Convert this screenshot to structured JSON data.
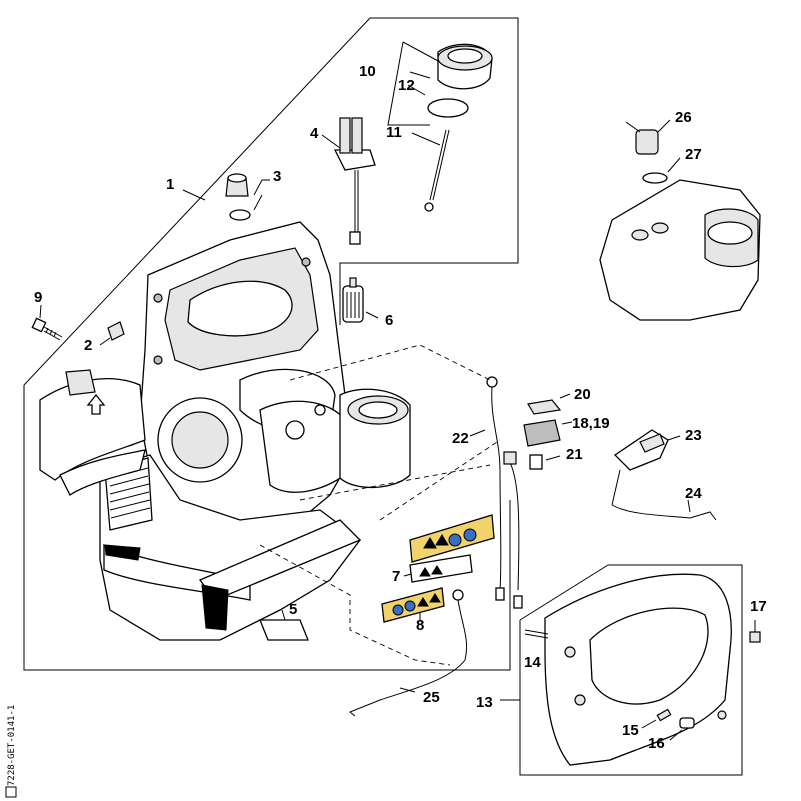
{
  "diagram": {
    "callouts": [
      {
        "id": "c1",
        "label": "1"
      },
      {
        "id": "c2",
        "label": "2"
      },
      {
        "id": "c3",
        "label": "3"
      },
      {
        "id": "c4",
        "label": "4"
      },
      {
        "id": "c5",
        "label": "5"
      },
      {
        "id": "c6",
        "label": "6"
      },
      {
        "id": "c7",
        "label": "7"
      },
      {
        "id": "c8",
        "label": "8"
      },
      {
        "id": "c9",
        "label": "9"
      },
      {
        "id": "c10",
        "label": "10"
      },
      {
        "id": "c11",
        "label": "11"
      },
      {
        "id": "c12",
        "label": "12"
      },
      {
        "id": "c13",
        "label": "13"
      },
      {
        "id": "c14",
        "label": "14"
      },
      {
        "id": "c15",
        "label": "15"
      },
      {
        "id": "c16",
        "label": "16"
      },
      {
        "id": "c17",
        "label": "17"
      },
      {
        "id": "c1819",
        "label": "18,19"
      },
      {
        "id": "c20",
        "label": "20"
      },
      {
        "id": "c21",
        "label": "21"
      },
      {
        "id": "c22",
        "label": "22"
      },
      {
        "id": "c23",
        "label": "23"
      },
      {
        "id": "c24",
        "label": "24"
      },
      {
        "id": "c25",
        "label": "25"
      },
      {
        "id": "c26",
        "label": "26"
      },
      {
        "id": "c27",
        "label": "27"
      }
    ],
    "document_code": "7228-GET-0141-1",
    "colors": {
      "ink": "#000000",
      "paper": "#ffffff",
      "decal_fill": "#f2d36b",
      "decal_icon": "#3a6fc4"
    }
  }
}
